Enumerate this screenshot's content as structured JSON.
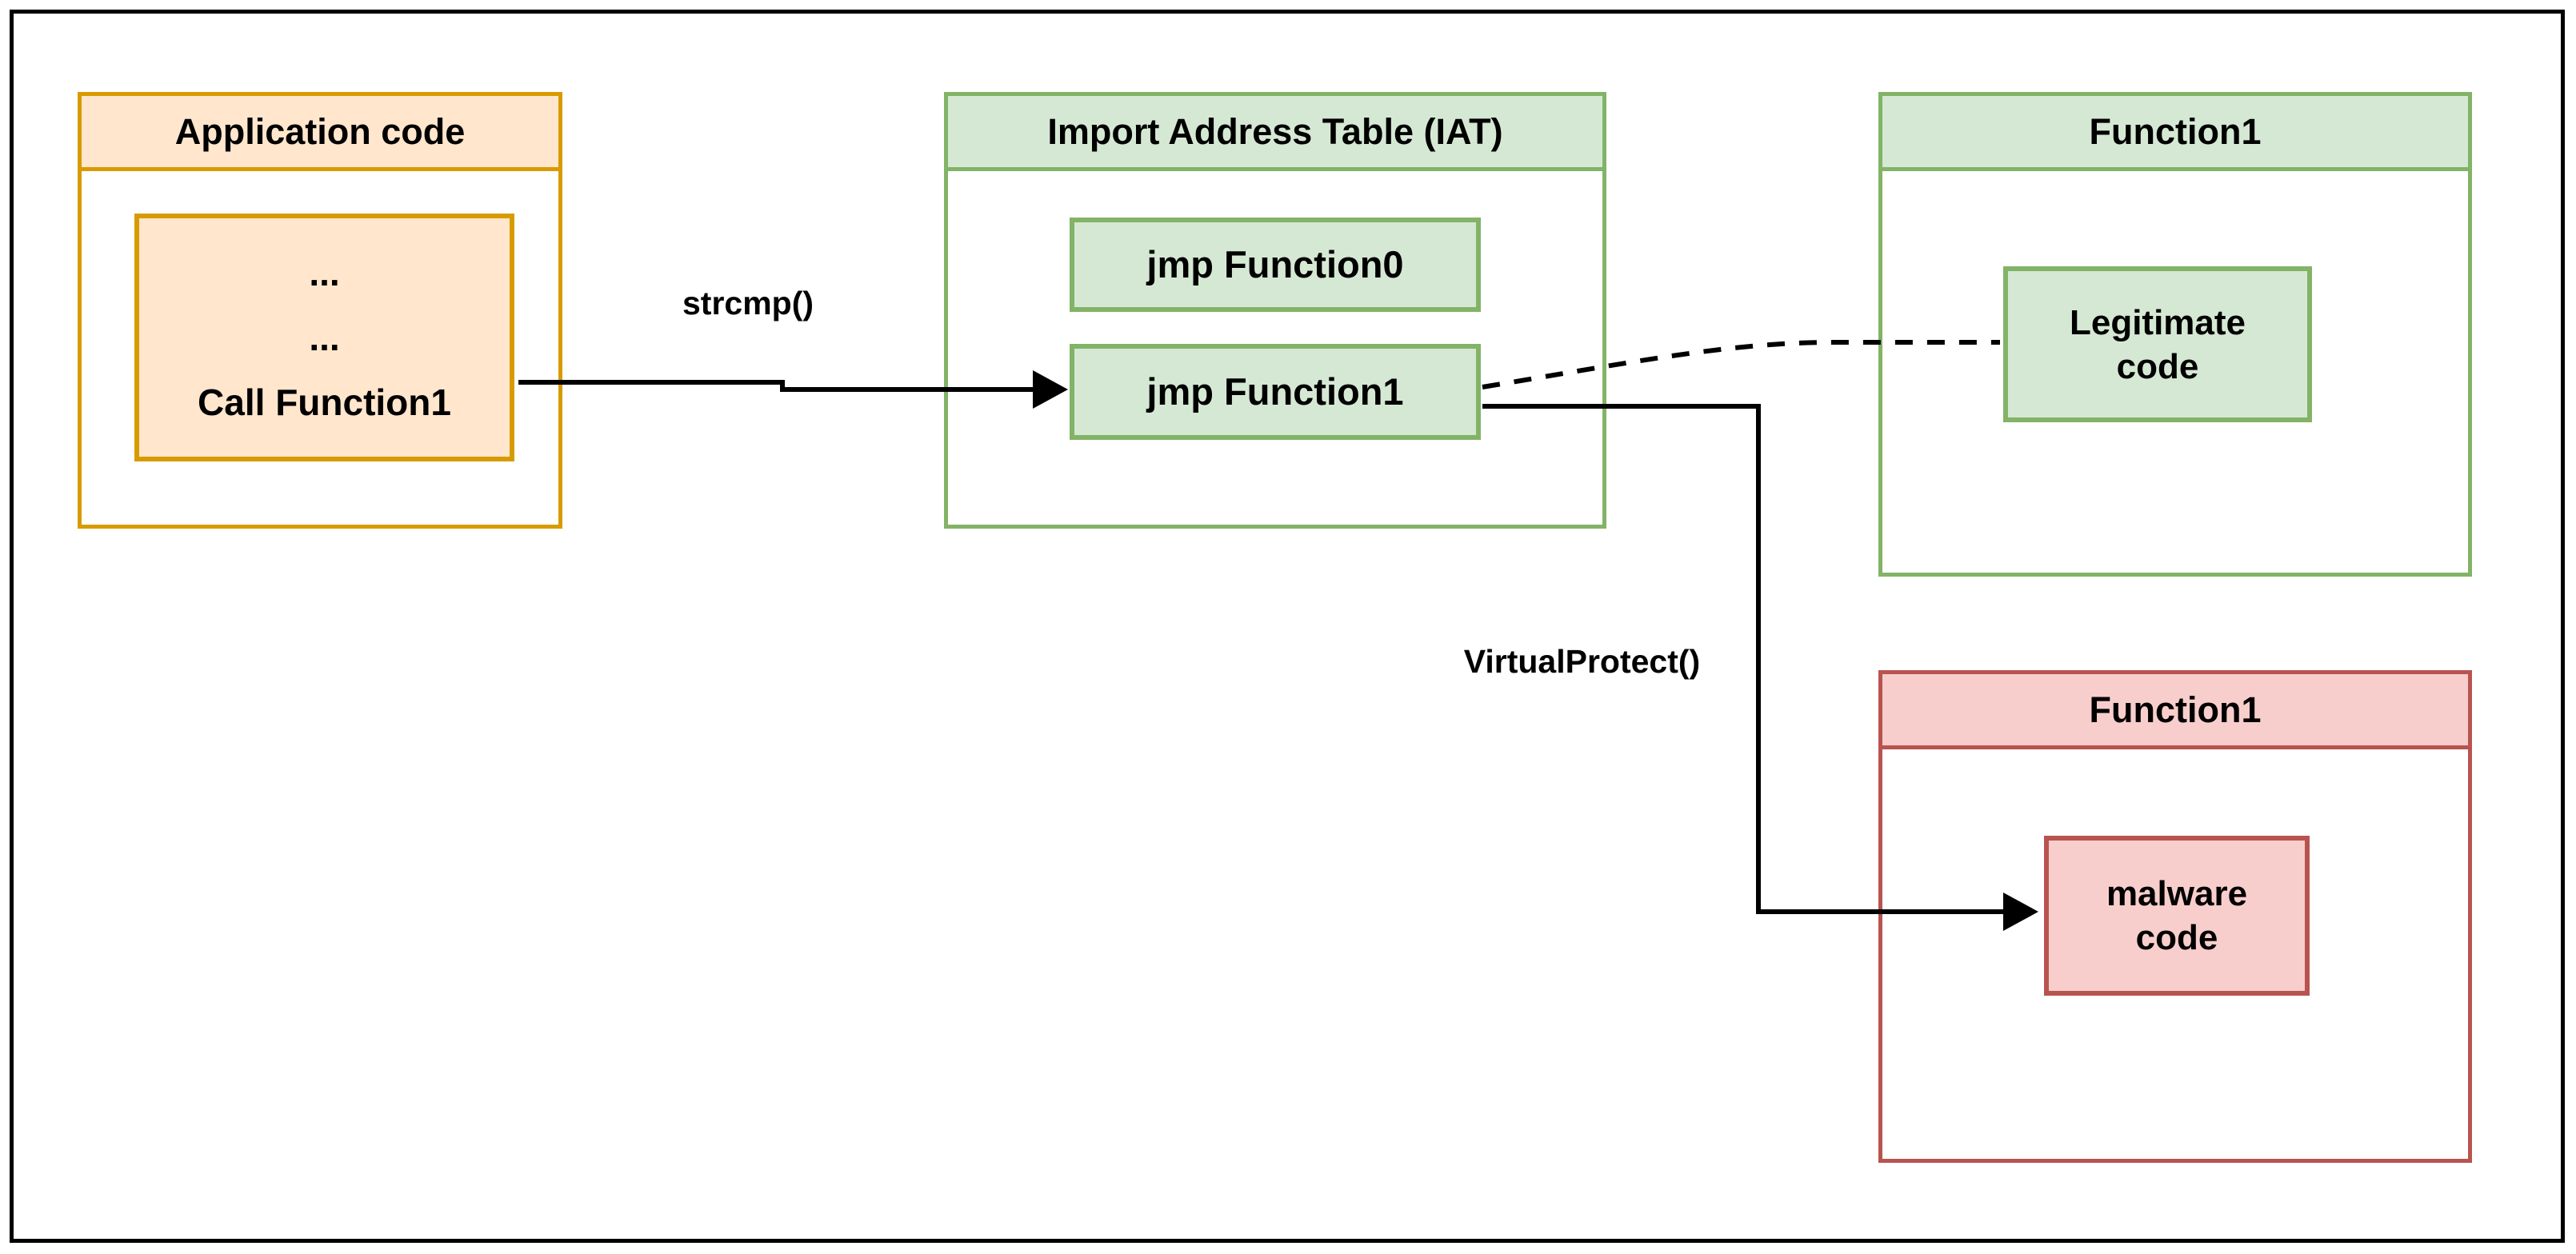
{
  "palette": {
    "orange_border": "#D79B00",
    "orange_fill": "#FFE6CC",
    "green_border": "#82B366",
    "green_fill": "#D5E8D4",
    "red_border": "#B85450",
    "red_fill": "#F8CECC",
    "line": "#000000",
    "background": "#FFFFFF"
  },
  "groups": {
    "application": {
      "title": "Application code",
      "code_lines": [
        "...",
        "...",
        "Call Function1"
      ]
    },
    "iat": {
      "title": "Import Address Table (IAT)",
      "entries": [
        "jmp Function0",
        "jmp Function1"
      ]
    },
    "function1_legitimate": {
      "title": "Function1",
      "body": "Legitimate code"
    },
    "function1_malicious": {
      "title": "Function1",
      "body": "malware code"
    }
  },
  "labels": {
    "strcmp": "strcmp()",
    "virtualprotect": "VirtualProtect()"
  }
}
